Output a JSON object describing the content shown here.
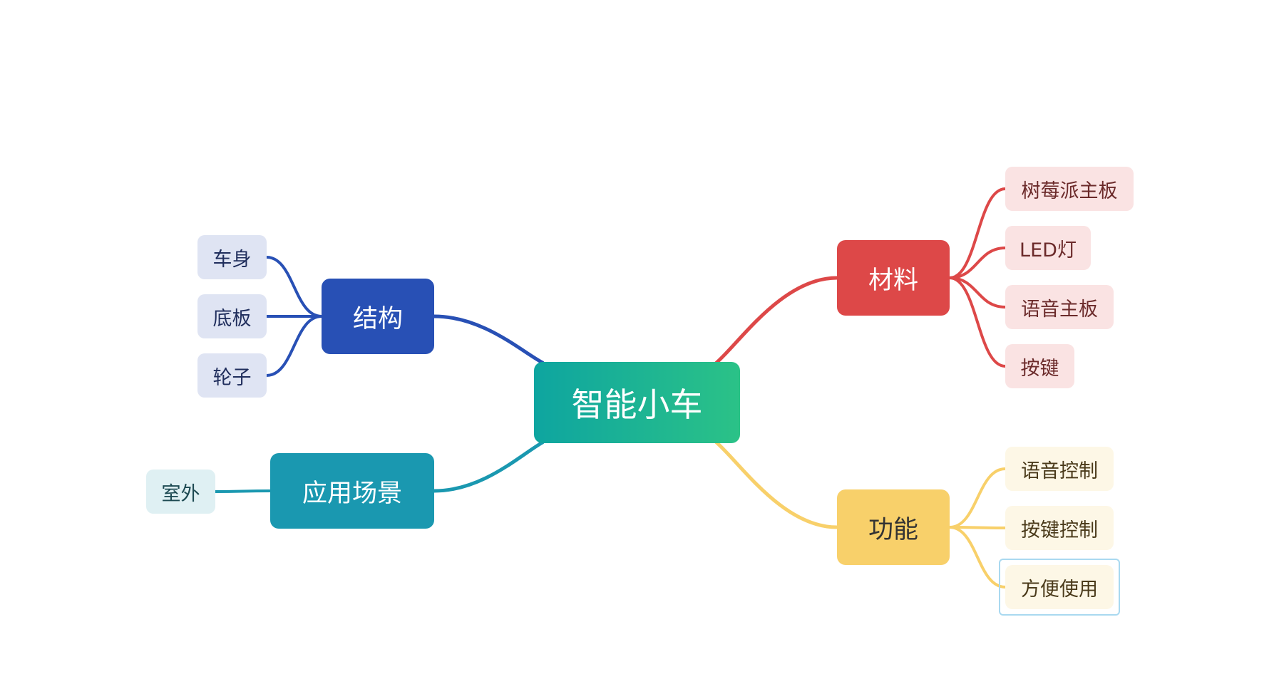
{
  "root": {
    "label": "智能小车",
    "gradient": [
      "#0ea5a0",
      "#2bc287"
    ]
  },
  "branches": [
    {
      "id": "structure",
      "label": "结构",
      "side": "left",
      "color": "#2850b5",
      "leaf_bg": "#dfe4f3",
      "leaf_text": "#1f2d5c",
      "children": [
        "车身",
        "底板",
        "轮子"
      ]
    },
    {
      "id": "scenario",
      "label": "应用场景",
      "side": "left",
      "color": "#1a98b0",
      "leaf_bg": "#dff0f3",
      "leaf_text": "#1d4a52",
      "children": [
        "室外"
      ]
    },
    {
      "id": "material",
      "label": "材料",
      "side": "right",
      "color": "#dd4848",
      "leaf_bg": "#fae3e3",
      "leaf_text": "#6b2a2a",
      "children": [
        "树莓派主板",
        "LED灯",
        "语音主板",
        "按键"
      ]
    },
    {
      "id": "function",
      "label": "功能",
      "side": "right",
      "color": "#f8d06a",
      "text_dark": true,
      "leaf_bg": "#fdf7e6",
      "leaf_text": "#4a3a1a",
      "children": [
        "语音控制",
        "按键控制",
        "方便使用"
      ]
    }
  ],
  "selected": "方便使用"
}
